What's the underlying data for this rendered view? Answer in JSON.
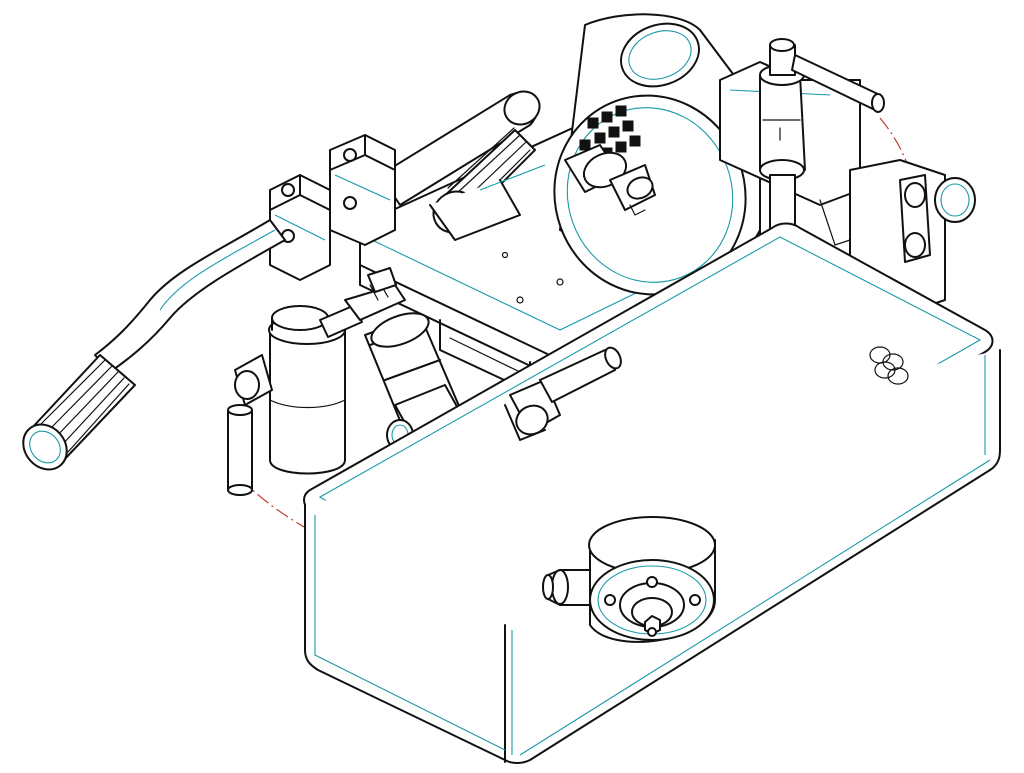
{
  "drawing": {
    "style": "isometric line drawing",
    "colors": {
      "outline": "#111111",
      "tangent_edges": "#1a9aa8",
      "centerline": "#c0392b",
      "background": "#ffffff"
    },
    "components": [
      "reservoir-tank",
      "outlet-fitting",
      "pump-motor",
      "inline-filter",
      "solenoid-valve",
      "elbow-fittings",
      "handle-bar",
      "mounting-blocks",
      "hose-path-centerline"
    ]
  }
}
